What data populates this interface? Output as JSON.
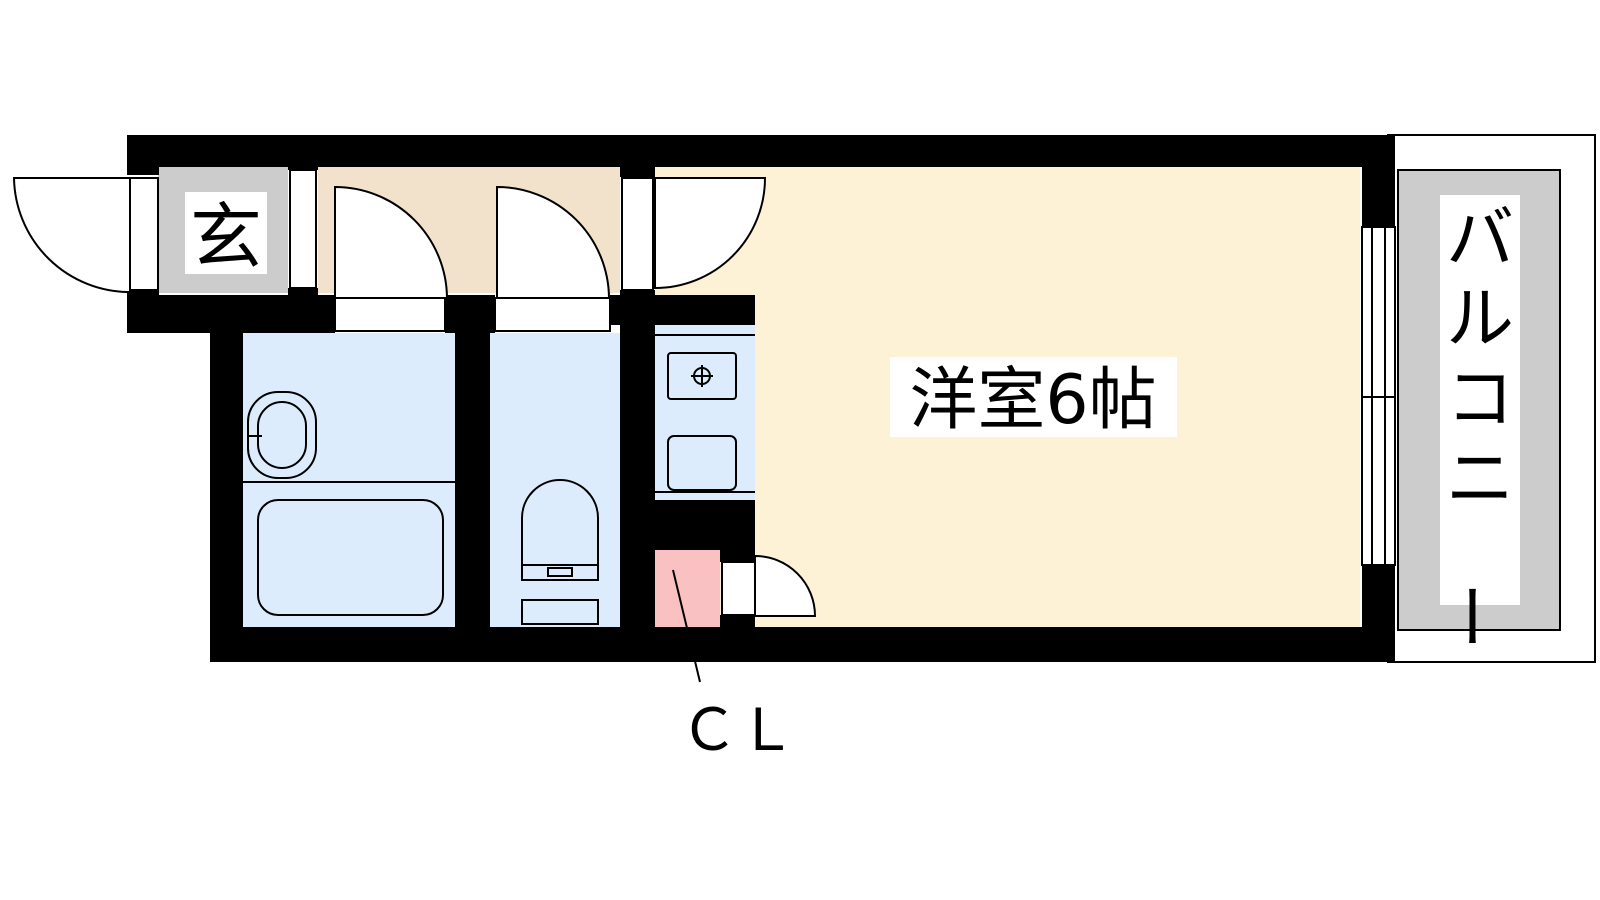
{
  "labels": {
    "entrance": "玄",
    "western_room": "洋室6帖",
    "balcony": "バルコニー",
    "closet": "ＣＬ"
  },
  "colors": {
    "wall": "#000000",
    "entrance_floor": "#cccccc",
    "hallway_floor": "#f3e2cb",
    "room_floor": "#fdf2d5",
    "wet_area_floor": "#dcecfc",
    "closet_floor": "#f9c1c1",
    "balcony_floor": "#cccccc",
    "label_background": "#ffffff"
  }
}
